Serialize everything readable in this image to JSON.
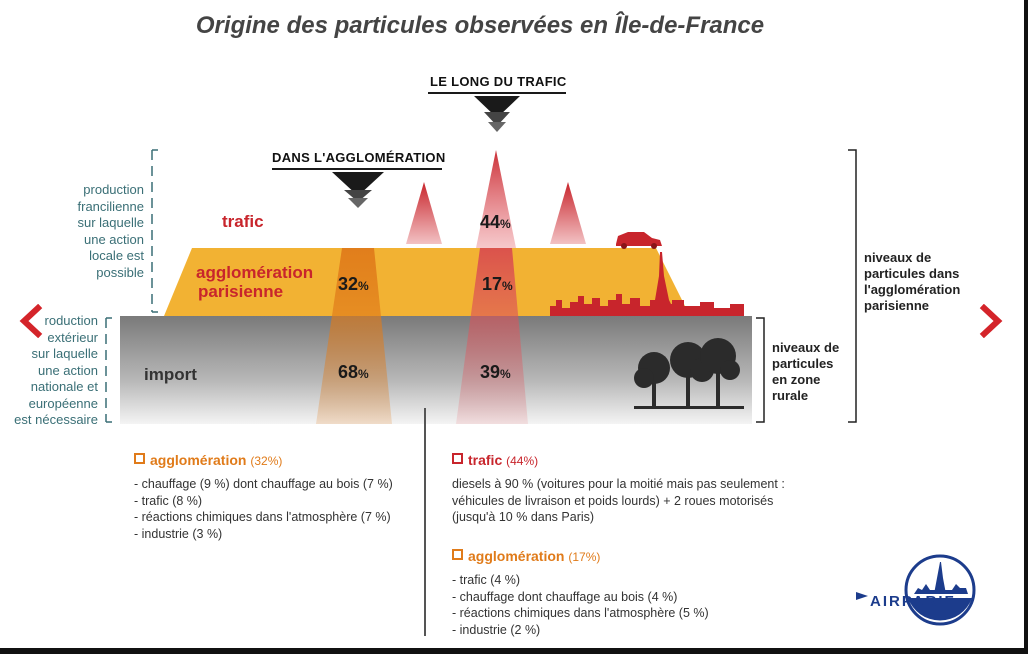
{
  "title": "Origine des particules observées en Île-de-France",
  "callouts": {
    "trafic": "LE LONG DU TRAFIC",
    "agglo": "DANS L'AGGLOMÉRATION"
  },
  "left_brackets": {
    "top": [
      "production",
      "francilienne",
      "sur laquelle",
      "une action",
      "locale est",
      "possible"
    ],
    "bottom": [
      "roduction",
      "extérieur",
      "sur laquelle",
      "une action",
      "nationale et",
      "européenne",
      "est nécessaire"
    ]
  },
  "layers": {
    "trafic": "trafic",
    "agglo_line1": "agglomération",
    "agglo_line2": "parisienne",
    "import": "import"
  },
  "percentages": {
    "trafic_top": {
      "value": "44",
      "unit": "%"
    },
    "agglo_left": {
      "value": "32",
      "unit": "%"
    },
    "agglo_right": {
      "value": "17",
      "unit": "%"
    },
    "import_left": {
      "value": "68",
      "unit": "%"
    },
    "import_right": {
      "value": "39",
      "unit": "%"
    }
  },
  "right_labels": {
    "rural": [
      "niveaux de",
      "particules",
      "en zone",
      "rurale"
    ],
    "urban": [
      "niveaux de",
      "particules dans",
      "l'agglomération",
      "parisienne"
    ]
  },
  "legend_left": {
    "heading": "agglomération",
    "share": "(32%)",
    "items": [
      "- chauffage (9 %) dont chauffage au bois (7 %)",
      "- trafic (8 %)",
      "- réactions chimiques dans l'atmosphère (7 %)",
      "- industrie (3 %)"
    ]
  },
  "legend_trafic": {
    "heading": "trafic",
    "share": "(44%)",
    "items": [
      "diesels à 90 % (voitures pour la moitié mais pas seulement :",
      "véhicules de livraison et poids lourds) + 2 roues motorisés",
      "(jusqu'à 10 % dans Paris)"
    ]
  },
  "legend_agglo2": {
    "heading": "agglomération",
    "share": "(17%)",
    "items": [
      "- trafic (4 %)",
      "- chauffage dont chauffage au bois (4 %)",
      "- réactions  chimiques dans l'atmosphère (5 %)",
      "- industrie (2 %)"
    ]
  },
  "logo": {
    "text": "AIRPARIF"
  },
  "colors": {
    "red": "#c8252c",
    "orange": "#e07b1a",
    "yellow": "#f2b233",
    "gray": "#8a8a8a",
    "teal": "#3a6f76",
    "blue": "#1c3c8c"
  },
  "icons": [
    "chevron-left-icon",
    "chevron-right-icon",
    "car-icon",
    "eiffel-tower-icon",
    "trees-icon"
  ]
}
